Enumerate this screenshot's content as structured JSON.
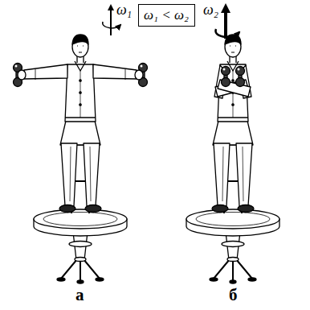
{
  "diagram": {
    "nodes": [
      {
        "text": [
          "ω₁ < ω₂"
        ]
      }
    ],
    "labels": [
      "ω₁",
      "ω₂",
      "а",
      "б"
    ]
  }
}
